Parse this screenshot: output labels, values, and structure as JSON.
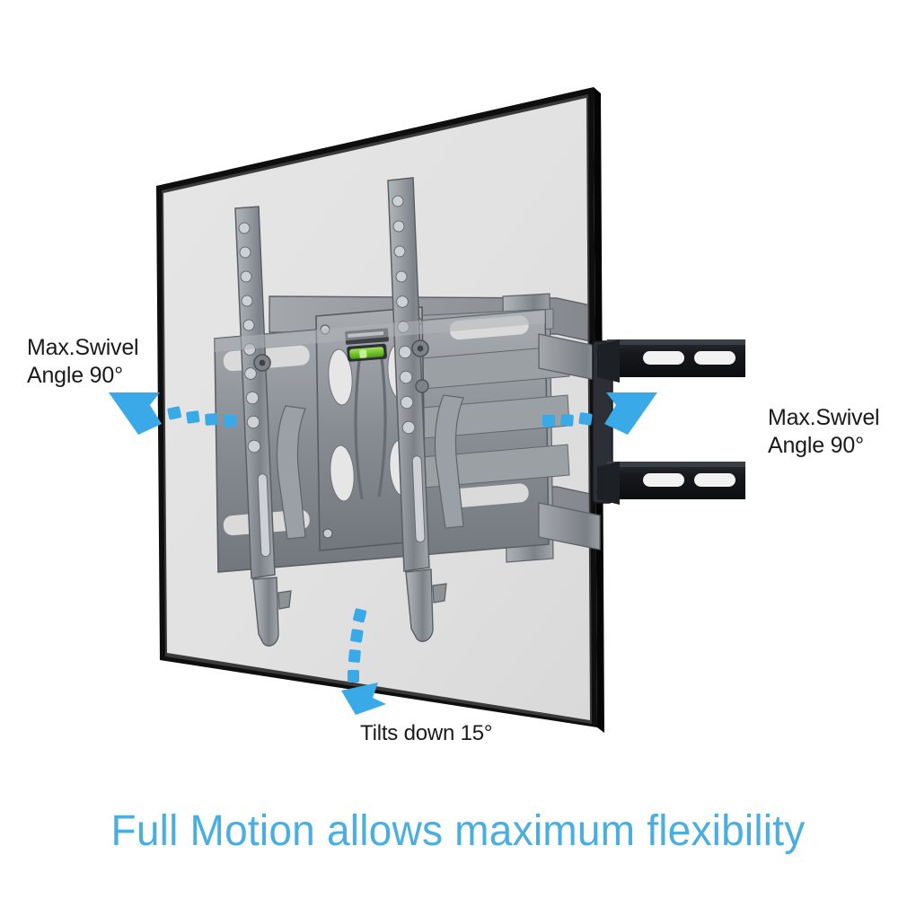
{
  "product": {
    "type": "full-motion-tv-wall-mount-diagram",
    "background_color": "#ffffff"
  },
  "annotations": {
    "left_swivel": {
      "line1": "Max.Swivel",
      "line2": "Angle 90°",
      "arrow_color": "#3aa9e8",
      "arrow_direction": "left"
    },
    "right_swivel": {
      "line1": "Max.Swivel",
      "line2": "Angle 90°",
      "arrow_color": "#3aa9e8",
      "arrow_direction": "right"
    },
    "tilt": {
      "text": "Tilts down 15°",
      "arrow_color": "#3aa9e8",
      "arrow_direction": "down-left"
    }
  },
  "caption": {
    "text": "Full Motion allows maximum flexibility",
    "color": "#4aaee0"
  },
  "tv_panel": {
    "bezel_color": "#101010",
    "screen_color": "#e2e2e2",
    "corners": "174,207 661,97 665,810 178,735"
  },
  "bracket": {
    "metal_color": "#8d9196",
    "metal_dark": "#6f747a",
    "wall_plate_color": "#14161a",
    "bubble_level_color": "#7ec832"
  }
}
